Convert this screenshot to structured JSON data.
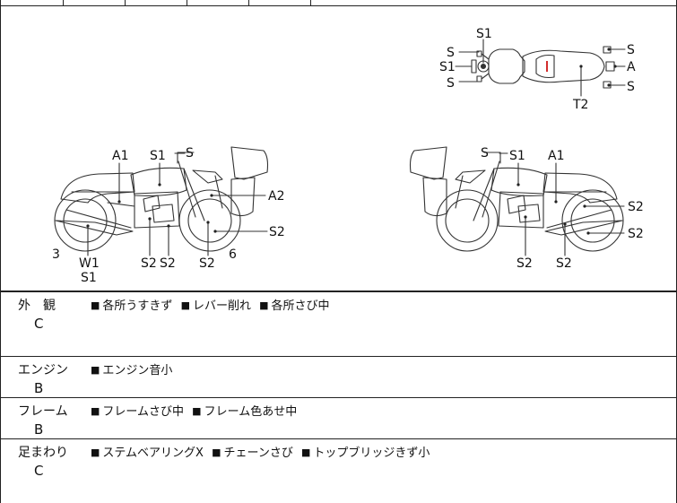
{
  "diagram": {
    "top_view": {
      "labels": {
        "top": "S1",
        "front_upper": "S",
        "front_mid": "S1",
        "front_lower": "S",
        "tank": "T2",
        "rear_upper": "S",
        "rear_mid": "A",
        "rear_lower": "S"
      }
    },
    "left_view": {
      "labels": {
        "tank": "A1",
        "seat": "S1",
        "mirror": "S",
        "fork": "A2",
        "exhaust": "S2",
        "rear_wheel_num": "3",
        "front_wheel_num": "6",
        "frame_low1": "W1",
        "frame_low2": "S1",
        "engine1": "S2",
        "engine2": "S2",
        "engine3": "S2"
      }
    },
    "right_view": {
      "labels": {
        "mirror": "S",
        "seat": "S1",
        "tank": "A1",
        "rear_upper": "S2",
        "rear_lower": "S2",
        "engine1": "S2",
        "engine2": "S2"
      }
    }
  },
  "categories": [
    {
      "name": "外　観",
      "grade": "C",
      "notes": [
        "各所うすきず",
        "レバー削れ",
        "各所さび中"
      ]
    },
    {
      "name": "エンジン",
      "grade": "B",
      "notes": [
        "エンジン音小"
      ]
    },
    {
      "name": "フレーム",
      "grade": "B",
      "notes": [
        "フレームさび中",
        "フレーム色あせ中"
      ]
    },
    {
      "name": "足まわり",
      "grade": "C",
      "notes": [
        "ステムベアリングX",
        "チェーンさび",
        "トップブリッジきず小"
      ]
    }
  ],
  "colors": {
    "accent_marker": "#d22d2d"
  }
}
